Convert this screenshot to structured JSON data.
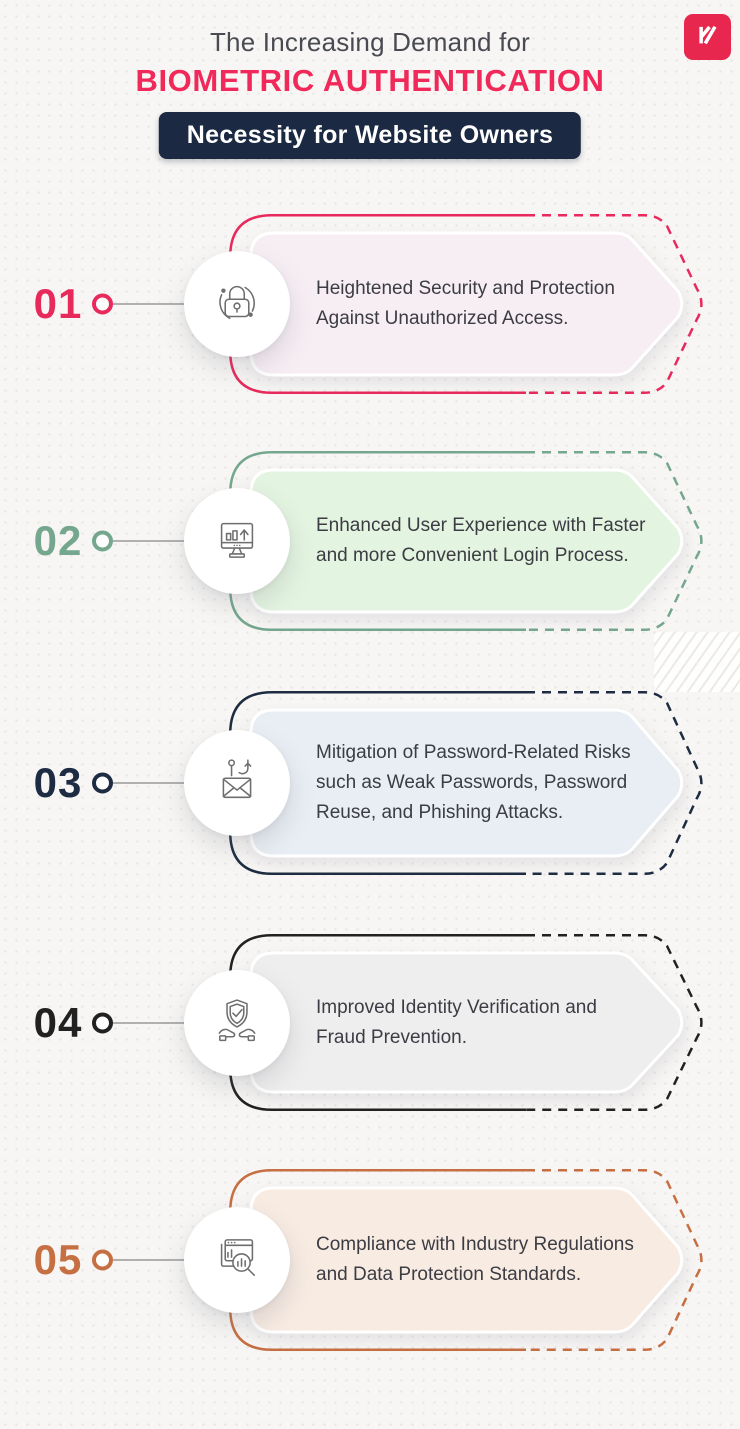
{
  "page": {
    "background": "#F7F6F4"
  },
  "header": {
    "title_line1": "The Increasing Demand for",
    "title_line2": "BIOMETRIC AUTHENTICATION",
    "title_line2_color": "#F0295A",
    "badge_label": "Necessity for Website Owners",
    "badge_bg": "#1B2942",
    "logo_monogram": "KA",
    "logo_bg": "#E8274E"
  },
  "items": [
    {
      "number": "01",
      "accent": "#E8295B",
      "fill": "#F6EEF3",
      "icon": "lock-secure-icon",
      "text": "Heightened Security and Protection Against Unauthorized Access."
    },
    {
      "number": "02",
      "accent": "#74A78E",
      "fill": "#E3F4E0",
      "icon": "monitor-analytics-icon",
      "text": "Enhanced User Experience with Faster and more Convenient Login Process."
    },
    {
      "number": "03",
      "accent": "#1D2C42",
      "fill": "#E8EEF3",
      "icon": "phishing-email-icon",
      "text": "Mitigation of Password-Related Risks such as Weak Passwords, Password Reuse, and Phishing Attacks."
    },
    {
      "number": "04",
      "accent": "#212121",
      "fill": "#EEEEEE",
      "icon": "shield-hands-icon",
      "text": "Improved Identity Verification and Fraud Prevention."
    },
    {
      "number": "05",
      "accent": "#C66F42",
      "fill": "#F7EBE2",
      "icon": "compliance-search-icon",
      "text": "Compliance with Industry Regulations and Data Protection Standards."
    }
  ]
}
